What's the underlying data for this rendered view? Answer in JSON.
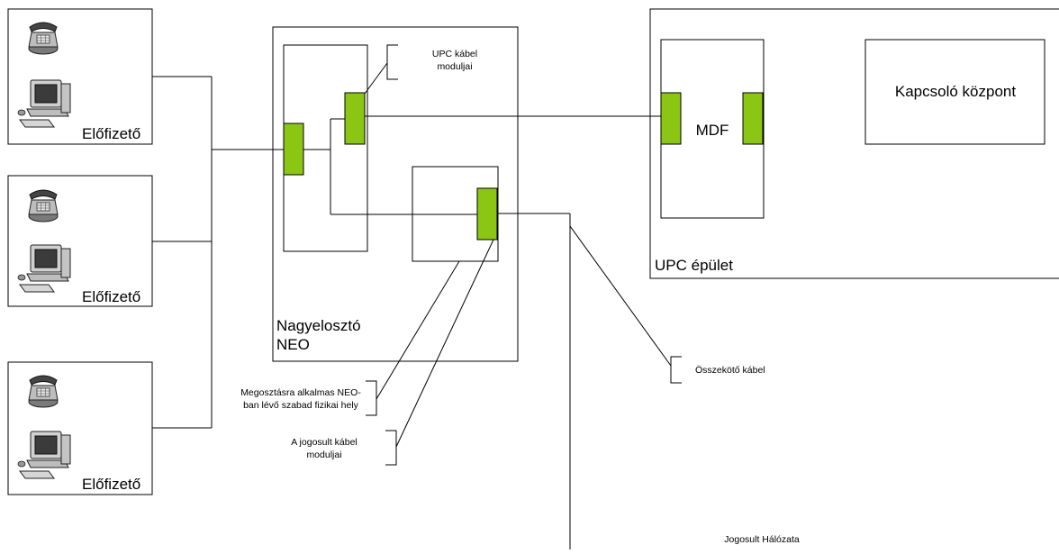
{
  "subscribers": [
    {
      "label": "Előfizető",
      "phone_icon": "telephone-icon",
      "pc_icon": "computer-icon"
    },
    {
      "label": "Előfizető",
      "phone_icon": "telephone-icon",
      "pc_icon": "computer-icon"
    },
    {
      "label": "Előfizető",
      "phone_icon": "telephone-icon",
      "pc_icon": "computer-icon"
    }
  ],
  "neo": {
    "line1": "Nagyelosztó",
    "line2": "NEO"
  },
  "callouts": {
    "upc_modules": {
      "line1": "UPC kábel",
      "line2": "moduljai"
    },
    "shared_space": {
      "line1": "Megosztásra alkalmas NEO-",
      "line2": "ban lévő szabad fizikai hely"
    },
    "entitled_modules": {
      "line1": "A jogosult kábel",
      "line2": "moduljai"
    },
    "connecting_cable": "Összekötő kábel"
  },
  "upc_building": {
    "label": "UPC épület",
    "mdf": "MDF",
    "switch": "Kapcsoló központ"
  },
  "entitled_network": "Jogosult Hálózata",
  "colors": {
    "module": "#8cc614",
    "stroke": "#000000",
    "background": "#ffffff"
  }
}
